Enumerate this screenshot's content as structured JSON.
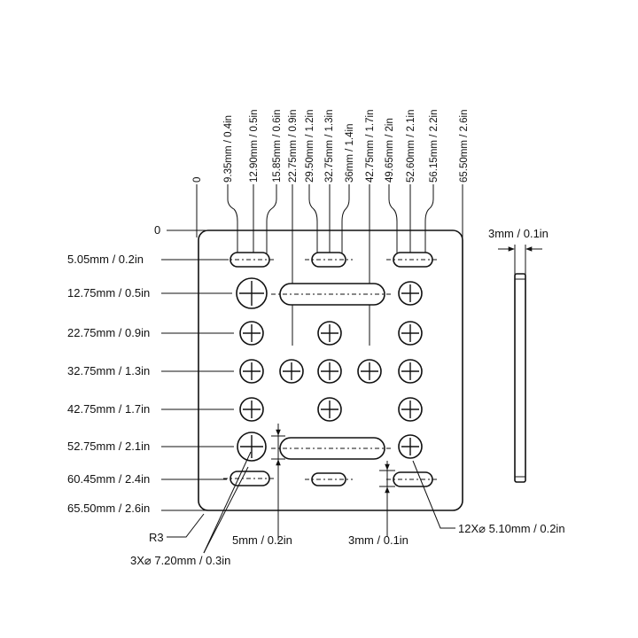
{
  "top_dims": {
    "origin": "0",
    "labels": [
      "9.35mm / 0.4in",
      "12.90mm / 0.5in",
      "15.85mm / 0.6in",
      "22.75mm / 0.9in",
      "29.50mm / 1.2in",
      "32.75mm / 1.3in",
      "36mm / 1.4in",
      "42.75mm / 1.7in",
      "49.65mm / 2in",
      "52.60mm / 2.1in",
      "56.15mm / 2.2in",
      "65.50mm / 2.6in"
    ]
  },
  "left_dims": {
    "origin": "0",
    "labels": [
      "5.05mm / 0.2in",
      "12.75mm / 0.5in",
      "22.75mm / 0.9in",
      "32.75mm / 1.3in",
      "42.75mm / 1.7in",
      "52.75mm / 2.1in",
      "60.45mm / 2.4in",
      "65.50mm / 2.6in"
    ]
  },
  "thickness": "3mm / 0.1in",
  "callouts": {
    "corner_radius": "R3",
    "large_holes": "3X⌀ 7.20mm / 0.3in",
    "small_holes": "12X⌀ 5.10mm / 0.2in",
    "slot_gap_left": "5mm / 0.2in",
    "slot_gap_right": "3mm / 0.1in"
  }
}
